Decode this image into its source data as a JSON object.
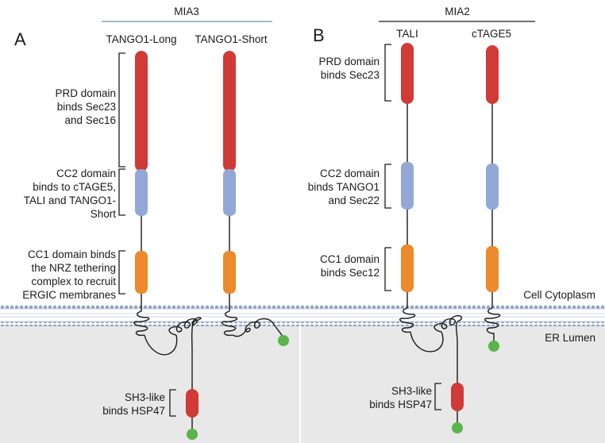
{
  "colors": {
    "prd": "#d13a36",
    "cc2": "#93a8d6",
    "cc1": "#ec8a2c",
    "sh3": "#d13a36",
    "terminus": "#5ab54a",
    "lumen": "#e8e8e8",
    "membrane_bead": "#8ea3c0",
    "line": "#1a1a1a",
    "mia3_rule": "#6f8fb4"
  },
  "groups": {
    "mia3": "MIA3",
    "mia2": "MIA2"
  },
  "panels": {
    "a": "A",
    "b": "B"
  },
  "proteins": {
    "tango1_long": "TANGO1-Long",
    "tango1_short": "TANGO1-Short",
    "tali": "TALI",
    "ctage5": "cTAGE5"
  },
  "annotations_a": {
    "prd": [
      "PRD domain",
      "binds Sec23",
      "and Sec16"
    ],
    "cc2": [
      "CC2 domain",
      "binds to cTAGE5,",
      "TALI and TANGO1-",
      "Short"
    ],
    "cc1": [
      "CC1 domain binds",
      "the NRZ tethering",
      "complex to recruit",
      "ERGIC membranes"
    ],
    "sh3": [
      "SH3-like",
      "binds HSP47"
    ]
  },
  "annotations_b": {
    "prd": [
      "PRD domain",
      "binds Sec23"
    ],
    "cc2": [
      "CC2 domain",
      "binds TANGO1",
      "and Sec22"
    ],
    "cc1": [
      "CC1 domain",
      "binds Sec12"
    ],
    "sh3": [
      "SH3-like",
      "binds HSP47"
    ]
  },
  "compartments": {
    "cytoplasm": "Cell Cytoplasm",
    "lumen": "ER Lumen"
  }
}
